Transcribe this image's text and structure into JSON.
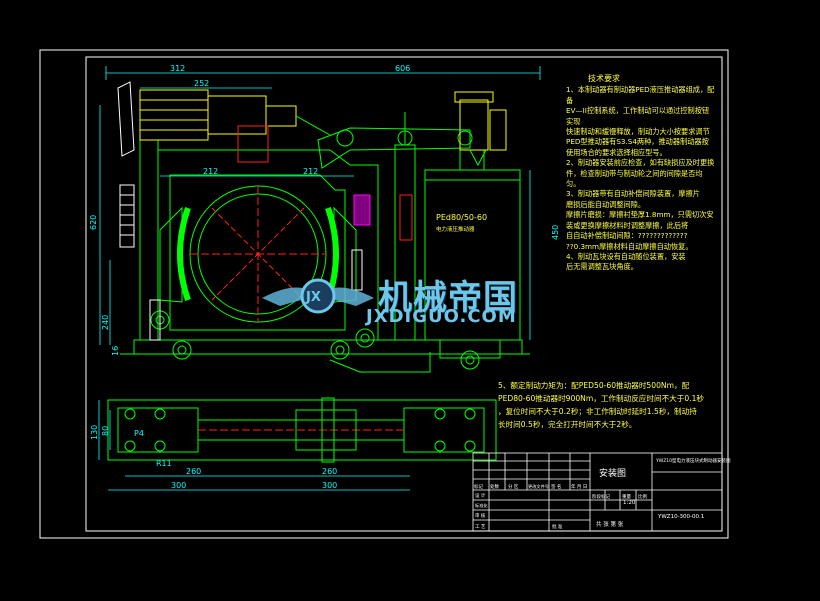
{
  "dimensions": {
    "d312": "312",
    "d606": "606",
    "d252": "252",
    "d212a": "212",
    "d212b": "212",
    "d620": "620",
    "d450": "450",
    "d240": "240",
    "d16": "16",
    "d260a": "260",
    "d260b": "260",
    "d300a": "300",
    "d300b": "300",
    "d130": "130",
    "d80": "80",
    "dR11": "R11",
    "dP4": "P4"
  },
  "unit_label": "PEd80/50-60",
  "unit_sub": "电力液压推动器",
  "tech_notes": {
    "heading": "技术要求",
    "lines": [
      "1、本制动器有制动器PED液压推动器组成，配备",
      "EV—II控制系统，工作制动可以通过控制按钮实现",
      "快速制动和缓慢释放，制动力大小按要求调节",
      "PED型推动器有S3.S4两种，推动器制动器按",
      "使用场合的要求选择相应型号。",
      "2、制动器安装前应检查，如有缺损应及时更换",
      "件，检查制动带与制动轮之间的间隙是否均匀。",
      "3、制动器带有自动补偿间隙装置，摩擦片",
      "磨损后能自动调整间隙。",
      "摩擦片磨损：摩擦衬垫厚1.8mm，只需切次安",
      "装或更换摩擦材料时调整摩擦，此后将",
      "自自动补偿制动间隙：?????????????",
      "??0.3mm摩擦材料自动摩擦自动恢复。",
      "4、制动瓦块设有自动随位装置，安装",
      "后无需调整瓦块角度。"
    ]
  },
  "note5": [
    "5、额定制动力矩为：配PED50-60推动器时500Nm，配",
    "PED80-60推动器时900Nm，工作制动反应时间不大于0.1秒",
    "，复位时间不大于0.2秒；非工作制动时延时1.5秒，制动持",
    "长时间0.5秒，完全打开时间不大于2秒。"
  ],
  "title_block": {
    "title": "安装图",
    "product": "YWZ10型电力液压块式制动器安装图",
    "drawing_no": "YWZ10-300-00.1",
    "scale": "1:20",
    "sheet_info": "共  张  第  张",
    "row_labels": [
      "标记",
      "处数",
      "分 区",
      "更改文件号",
      "签 名",
      "年 月 日"
    ],
    "role_labels": [
      "设 计",
      "标准化",
      "审 核",
      "工 艺",
      "批 准"
    ],
    "stage_labels": [
      "阶段标记",
      "重量",
      "比例"
    ]
  },
  "watermark": {
    "cn": "机械帝国",
    "en": "JXDIGUO.COM",
    "logo": "JX"
  },
  "colors": {
    "background": "#000000",
    "frame": "#ffffff",
    "outline": "#00ff00",
    "dimension": "#00ffff",
    "notes": "#ffff40",
    "accent": "#ff00ff",
    "red": "#ff2020"
  }
}
